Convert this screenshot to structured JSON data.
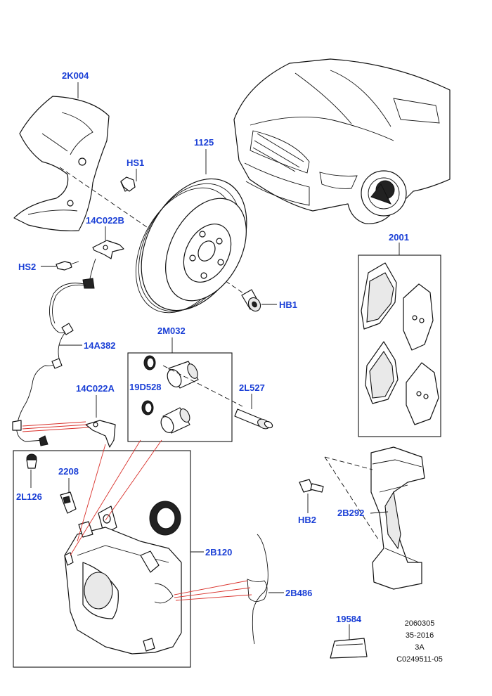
{
  "callouts": {
    "shield": "2K004",
    "hs1": "HS1",
    "disc": "1125",
    "bracket_upper": "14C022B",
    "hs2": "HS2",
    "sensor": "14A382",
    "bracket_lower": "14C022A",
    "guide_kit": "2M032",
    "boot": "19D528",
    "guide_pin": "2L527",
    "hb1": "HB1",
    "pad_set": "2001",
    "bleed_cap": "2L126",
    "bleed_screw": "2208",
    "caliper": "2B120",
    "carrier": "2B292",
    "hb2": "HB2",
    "spring": "2B486",
    "grease": "19584"
  },
  "info": {
    "line1": "2060305",
    "line2": "35-2016",
    "line3": "3A",
    "line4": "C0249511-05"
  },
  "colors": {
    "callout": "#1a3fd6",
    "leader_red": "#d9312b",
    "line": "#111111"
  }
}
